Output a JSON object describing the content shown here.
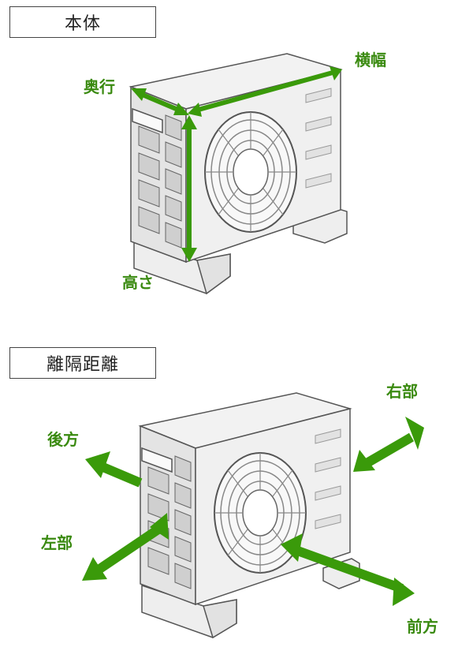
{
  "sections": {
    "unit": {
      "title": "本体",
      "labels": {
        "depth": "奥行",
        "width": "横幅",
        "height": "高さ"
      }
    },
    "clearance": {
      "title": "離隔距離",
      "labels": {
        "rear": "後方",
        "right": "右部",
        "left": "左部",
        "front": "前方"
      }
    }
  },
  "colors": {
    "arrow": "#3a9a0a",
    "label": "#3a8a10",
    "outline": "#555555",
    "body": "#eeeeee"
  }
}
